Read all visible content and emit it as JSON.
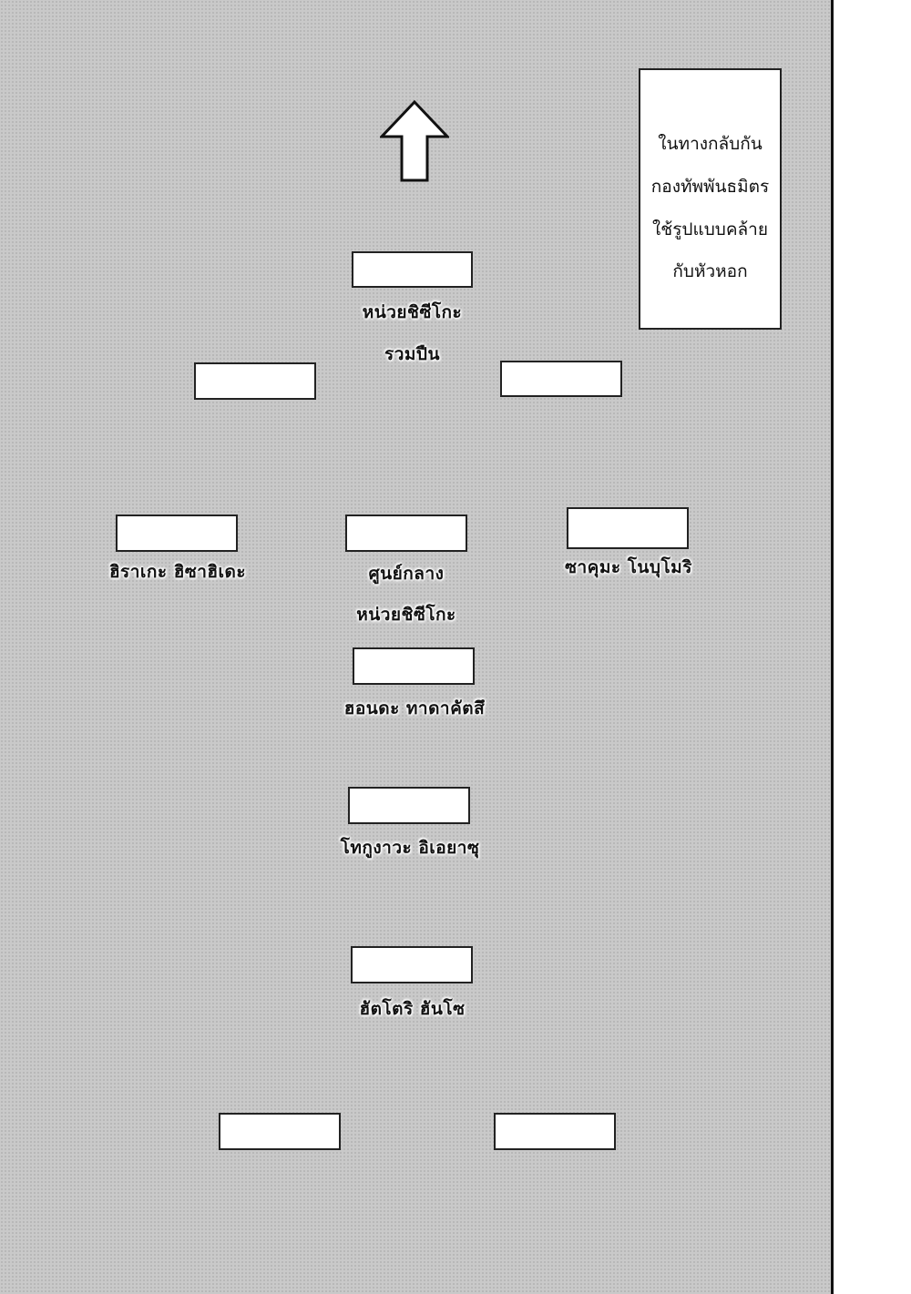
{
  "note": {
    "lines": [
      "ในทางกลับกัน",
      "กองทัพพันธมิตร",
      "ใช้รูปแบบคล้าย",
      "กับหัวหอก"
    ]
  },
  "labels": {
    "shisigoku_gun": [
      "หน่วยชิซีโกะ",
      "รวมปืน"
    ],
    "hiragate": "ฮิราเกะ ฮิซาฮิเดะ",
    "center": [
      "ศูนย์กลาง",
      "หน่วยชิซีโกะ"
    ],
    "sakuma": "ซาคุมะ โนบุโมริ",
    "honda": "ฮอนดะ ทาดาคัตสึ",
    "tokugawa": "โทกูงาวะ อิเอยาซุ",
    "hattori": "ฮัตโตริ ฮันโซ"
  },
  "icons": {
    "arrow": "up-arrow-icon"
  },
  "colors": {
    "panel": "#c9c9c9",
    "box": "#ffffff",
    "ink": "#111111"
  }
}
